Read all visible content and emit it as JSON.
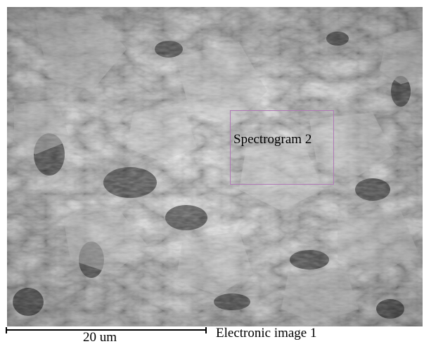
{
  "roi": {
    "label": "Spectrogram 2",
    "color": "#b07ab6"
  },
  "scalebar": {
    "label": "20 um"
  },
  "caption": {
    "text": "Electronic image 1"
  }
}
